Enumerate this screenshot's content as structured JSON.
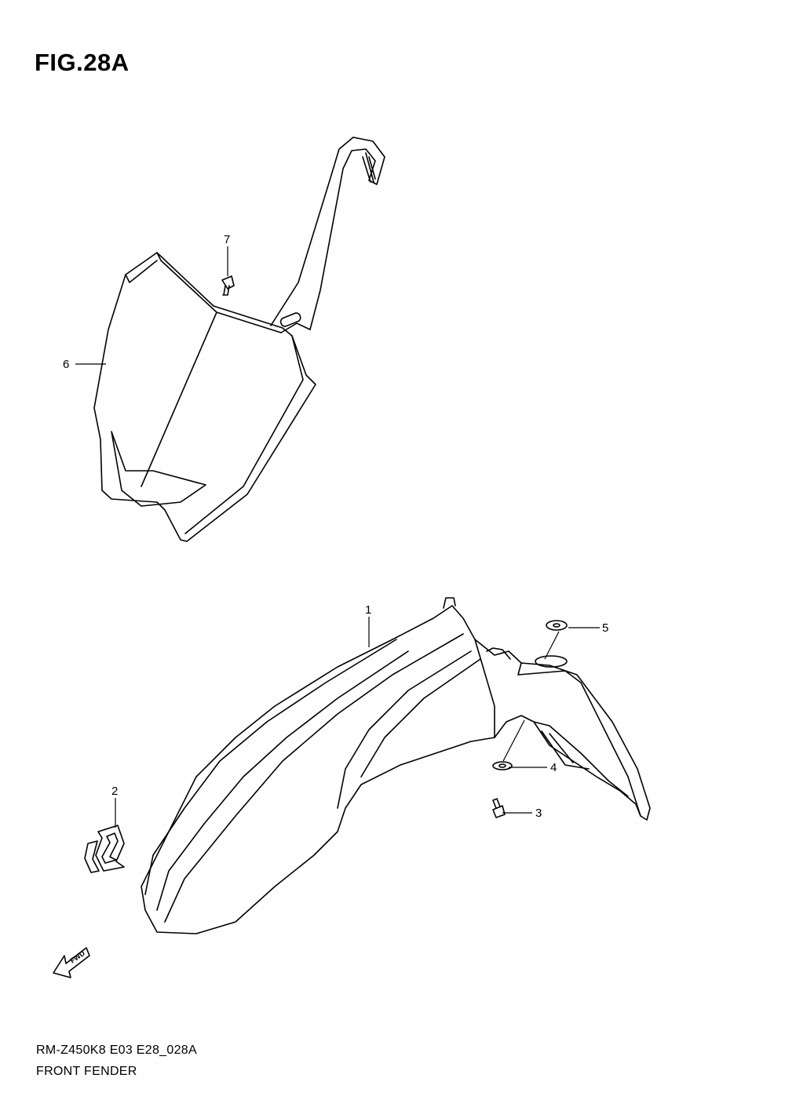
{
  "figure": {
    "title": "FIG.28A",
    "code": "RM-Z450K8 E03 E28_028A",
    "name": "FRONT FENDER"
  },
  "parts": [
    {
      "number": "1",
      "part": "front-fender"
    },
    {
      "number": "2",
      "part": "emblem"
    },
    {
      "number": "3",
      "part": "bolt"
    },
    {
      "number": "4",
      "part": "washer"
    },
    {
      "number": "5",
      "part": "washer"
    },
    {
      "number": "6",
      "part": "number-plate"
    },
    {
      "number": "7",
      "part": "bolt"
    }
  ],
  "fwd_arrow": {
    "label": "FWD",
    "icon": "fwd-arrow-icon"
  }
}
